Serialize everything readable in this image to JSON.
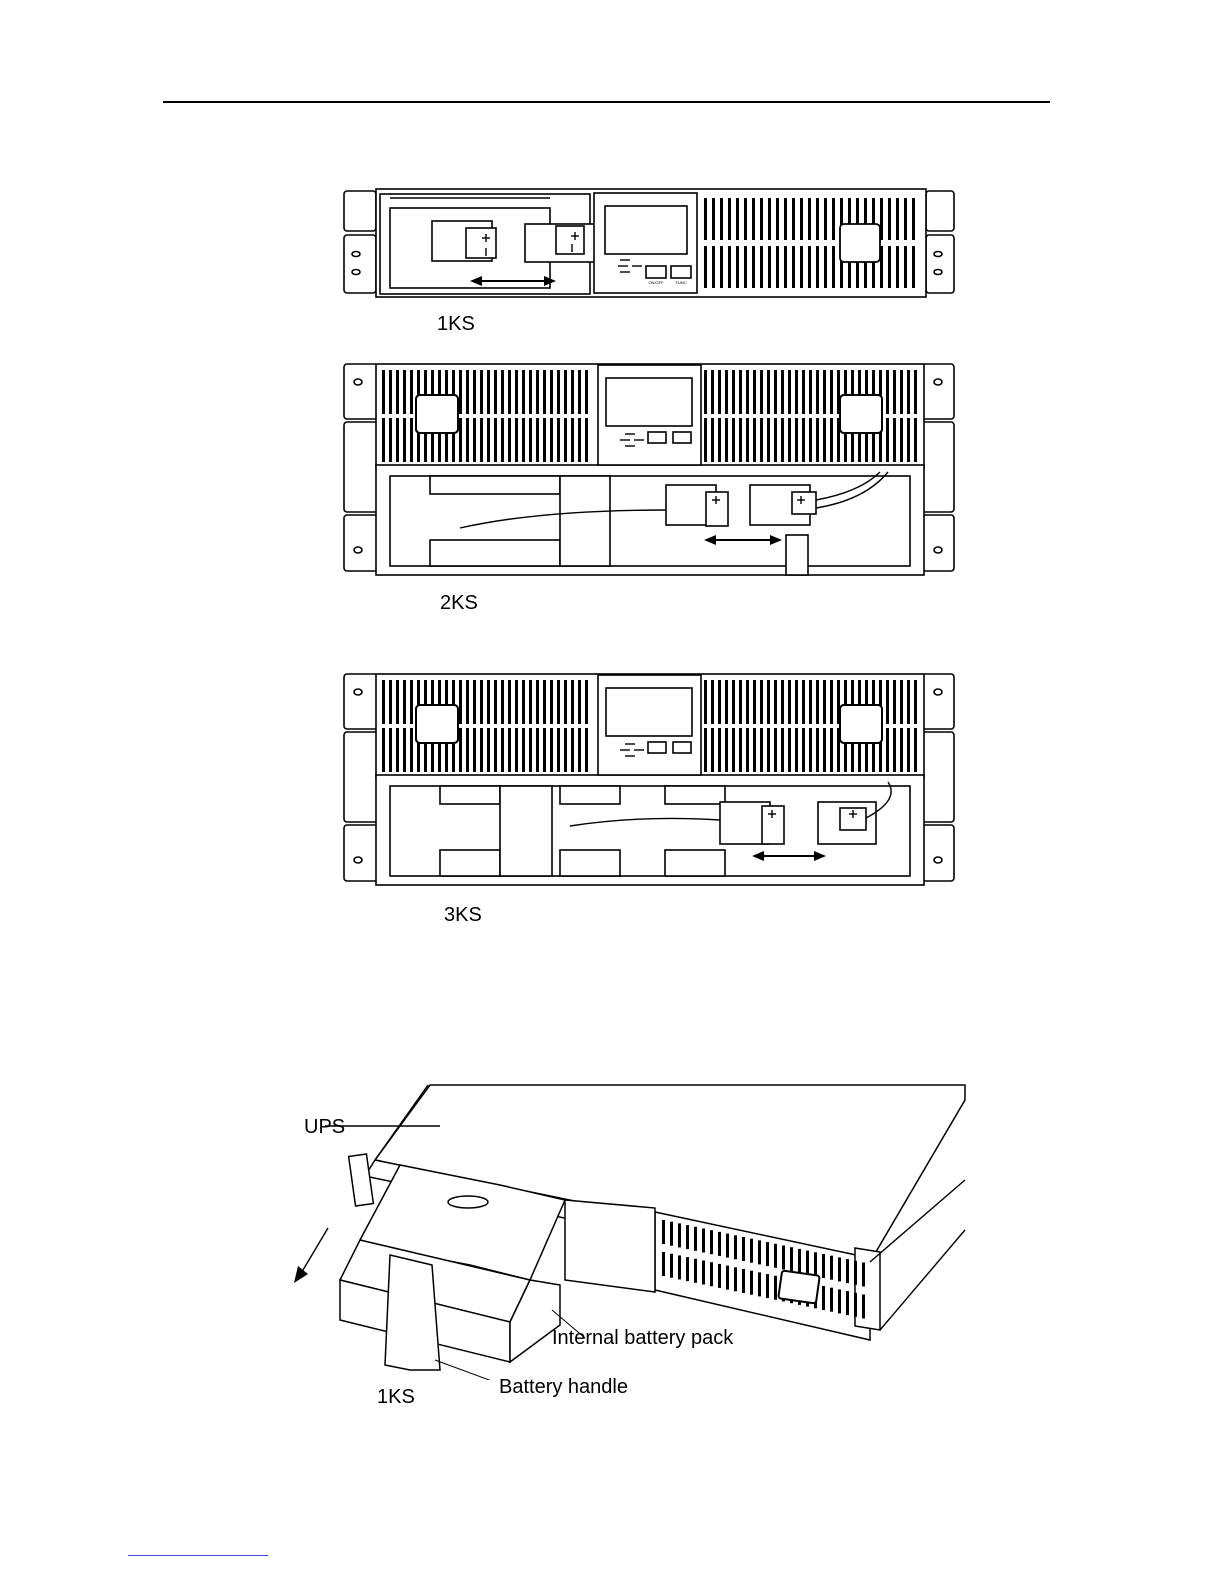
{
  "figures": {
    "fig1": {
      "caption": "1KS"
    },
    "fig2": {
      "caption": "2KS"
    },
    "fig3": {
      "caption": "3KS"
    },
    "fig4": {
      "caption": "1KS",
      "labels": {
        "ups": "UPS",
        "internal_battery_pack": "Internal battery pack",
        "battery_handle": "Battery handle"
      }
    }
  },
  "panel": {
    "btn_onoff": "ON/OFF",
    "btn_func": "FUNC"
  }
}
